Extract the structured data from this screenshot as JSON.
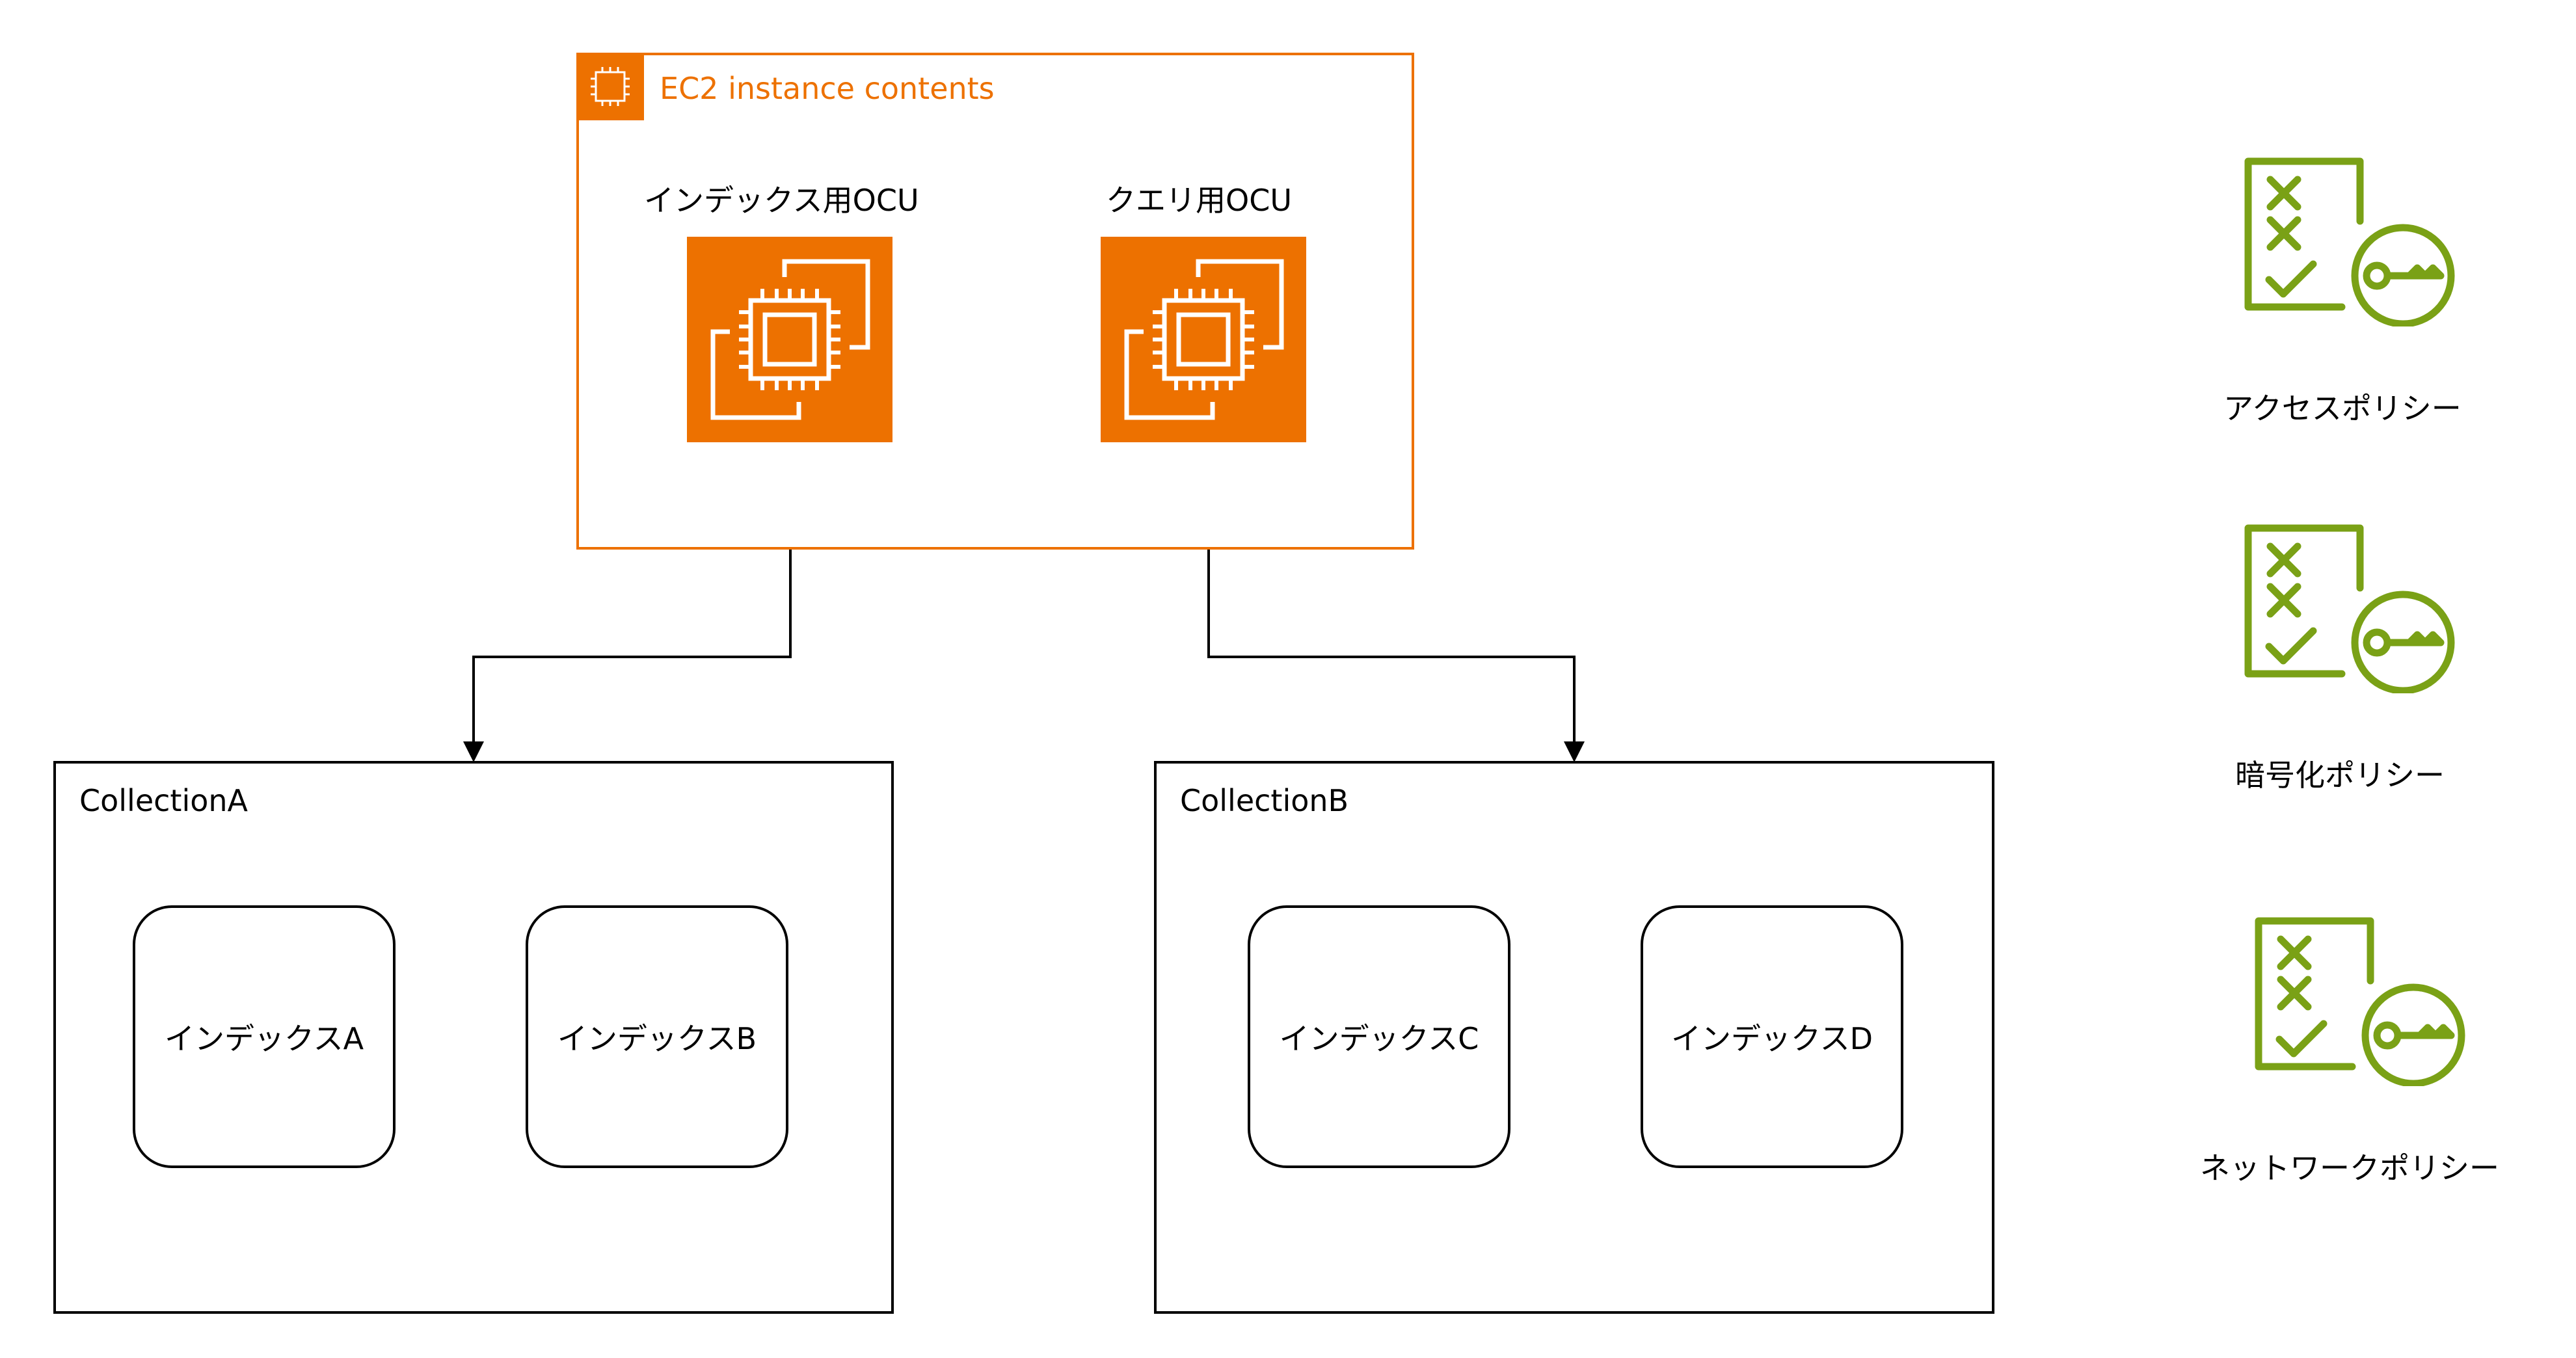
{
  "ec2_group": {
    "title": "EC2 instance contents",
    "icon": "ec2-instance-contents-icon",
    "color": "#ED7100"
  },
  "ocu": [
    {
      "label": "インデックス用OCU",
      "icon": "ec2-instances-icon"
    },
    {
      "label": "クエリ用OCU",
      "icon": "ec2-instances-icon"
    }
  ],
  "collections": [
    {
      "title": "CollectionA",
      "indexes": [
        "インデックスA",
        "インデックスB"
      ]
    },
    {
      "title": "CollectionB",
      "indexes": [
        "インデックスC",
        "インデックスD"
      ]
    }
  ],
  "policies": [
    {
      "label": "アクセスポリシー",
      "icon": "policy-key-icon"
    },
    {
      "label": "暗号化ポリシー",
      "icon": "policy-key-icon"
    },
    {
      "label": "ネットワークポリシー",
      "icon": "policy-key-icon"
    }
  ],
  "colors": {
    "aws_orange": "#ED7100",
    "policy_green": "#7AA116",
    "line": "#000000"
  }
}
